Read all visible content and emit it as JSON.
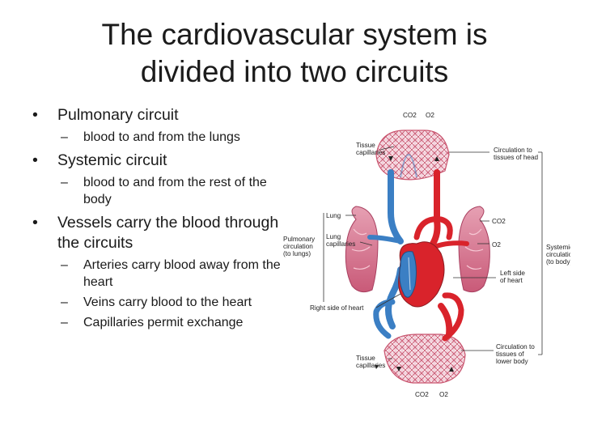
{
  "title": {
    "line1": "The cardiovascular system is",
    "line2": "divided into two circuits"
  },
  "bullets": [
    {
      "text": "Pulmonary circuit",
      "sub": [
        "blood to and from the lungs"
      ]
    },
    {
      "text": "Systemic circuit",
      "sub": [
        "blood to and from the rest of the body"
      ]
    },
    {
      "text": "Vessels carry the blood through the circuits",
      "sub": [
        "Arteries carry blood away from the heart",
        "Veins carry blood to the heart",
        "Capillaries permit exchange"
      ]
    }
  ],
  "diagram": {
    "top_co2": "CO2",
    "top_o2": "O2",
    "tissue_capillaries_top_1": "Tissue",
    "tissue_capillaries_top_2": "capillaries",
    "circ_head_1": "Circulation to",
    "circ_head_2": "tissues of head",
    "lung": "Lung",
    "pulm_circ_1": "Pulmonary",
    "pulm_circ_2": "circulation",
    "pulm_circ_3": "(to lungs)",
    "lung_cap_1": "Lung",
    "lung_cap_2": "capillaries",
    "right_co2": "CO2",
    "right_o2": "O2",
    "systemic_1": "Systemic",
    "systemic_2": "circulation",
    "systemic_3": "(to body)",
    "left_side_1": "Left side",
    "left_side_2": "of heart",
    "right_side": "Right side of heart",
    "tissue_capillaries_bottom_1": "Tissue",
    "tissue_capillaries_bottom_2": "capillaries",
    "circ_lower_1": "Circulation to",
    "circ_lower_2": "tissues of",
    "circ_lower_3": "lower body",
    "bottom_co2": "CO2",
    "bottom_o2": "O2",
    "colors": {
      "oxygenated": "#d9232b",
      "deoxygenated": "#3b7fc4",
      "lung": "#d96f86"
    }
  }
}
